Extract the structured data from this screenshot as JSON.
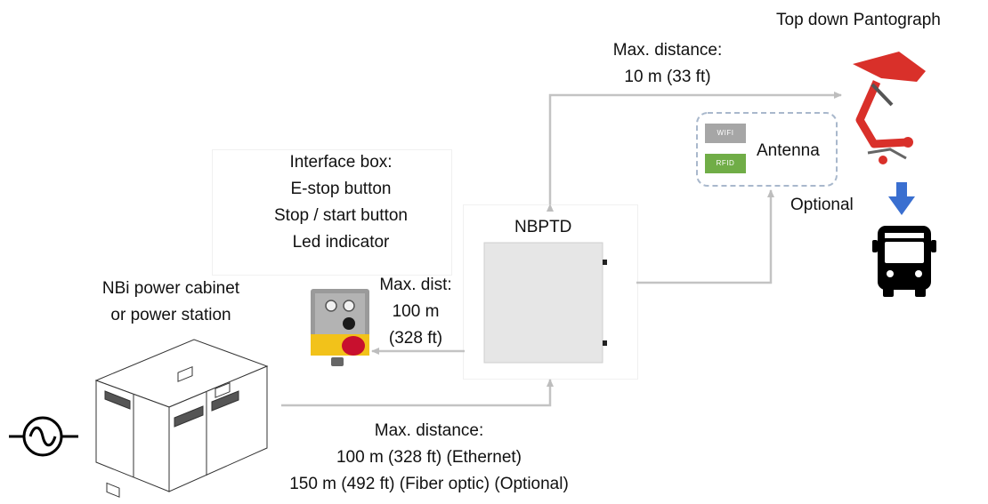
{
  "pantograph": {
    "title": "Top down Pantograph"
  },
  "link_pantograph": {
    "line1": "Max. distance:",
    "line2": "10 m (33 ft)"
  },
  "antenna": {
    "label": "Antenna",
    "wifi_tag": "WIFI",
    "rfid_tag": "RFID"
  },
  "optional": {
    "label": "Optional"
  },
  "interface_box": {
    "line1": "Interface box:",
    "line2": "E-stop button",
    "line3": "Stop / start button",
    "line4": "Led indicator"
  },
  "nbptd": {
    "title": "NBPTD"
  },
  "link_interface": {
    "line1": "Max. dist:",
    "line2": "100 m",
    "line3": "(328 ft)"
  },
  "cabinet": {
    "line1": "NBi power cabinet",
    "line2": "or power station"
  },
  "link_cabinet": {
    "line1": "Max. distance:",
    "line2": "100 m (328 ft) (Ethernet)",
    "line3": "150 m (492 ft) (Fiber optic) (Optional)"
  },
  "colors": {
    "connector_line": "#c0c0c0",
    "antenna_border": "#a9b8cc",
    "wifi_tag": "#a6a6a6",
    "rfid_tag": "#70ad47",
    "arrow_blue": "#3a6fd0",
    "pantograph_red": "#d9302a",
    "estop_red": "#c8102e",
    "housing_yellow": "#f2c21a"
  }
}
